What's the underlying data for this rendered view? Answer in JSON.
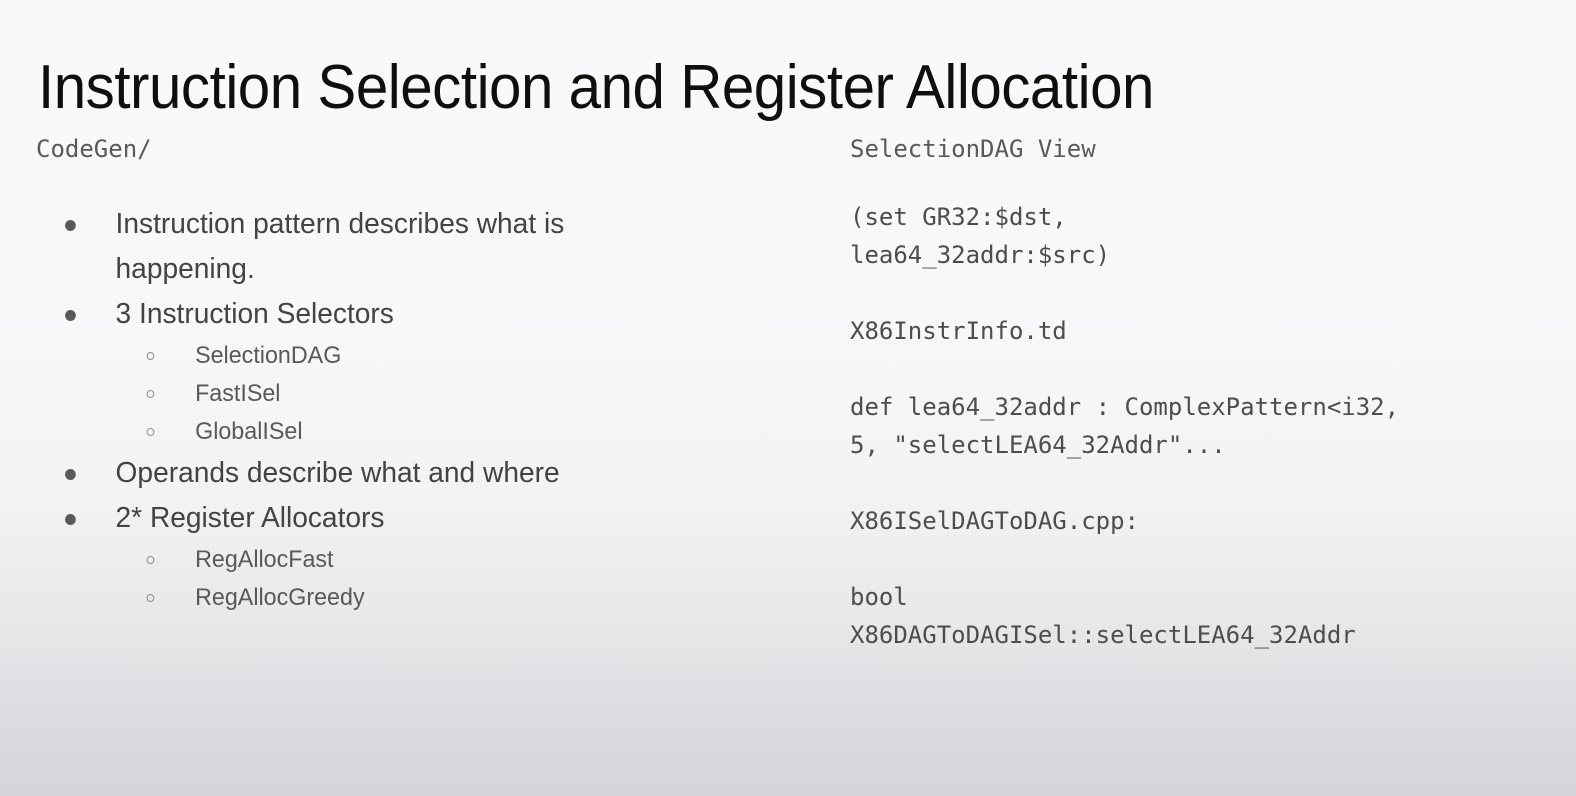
{
  "slide": {
    "title": "Instruction Selection and Register Allocation",
    "background": {
      "top_color": "#f8f9fa",
      "bottom_color": "#d3d5d8"
    },
    "text_colors": {
      "title": "#0f0f0f",
      "body": "#434343",
      "sub_body": "#595959",
      "code": "#4d4d4d",
      "bullet_marker": "#595959",
      "sub_bullet_marker": "#8d8d8d"
    }
  },
  "left_column": {
    "heading": "CodeGen/",
    "bullets": [
      {
        "text": "Instruction pattern describes what is happening.",
        "sub_bullets": []
      },
      {
        "text": "3 Instruction Selectors",
        "sub_bullets": [
          "SelectionDAG",
          "FastISel",
          "GlobalISel"
        ]
      },
      {
        "text": "Operands describe what and where",
        "sub_bullets": []
      },
      {
        "text": "2* Register Allocators",
        "sub_bullets": [
          "RegAllocFast",
          "RegAllocGreedy"
        ]
      }
    ]
  },
  "right_column": {
    "heading": "SelectionDAG View",
    "code_blocks": [
      "(set GR32:$dst,\nlea64_32addr:$src)",
      "X86InstrInfo.td",
      "def lea64_32addr : ComplexPattern<i32,\n5, \"selectLEA64_32Addr\"...",
      "X86ISelDAGToDAG.cpp:",
      "bool\nX86DAGToDAGISel::selectLEA64_32Addr"
    ]
  }
}
